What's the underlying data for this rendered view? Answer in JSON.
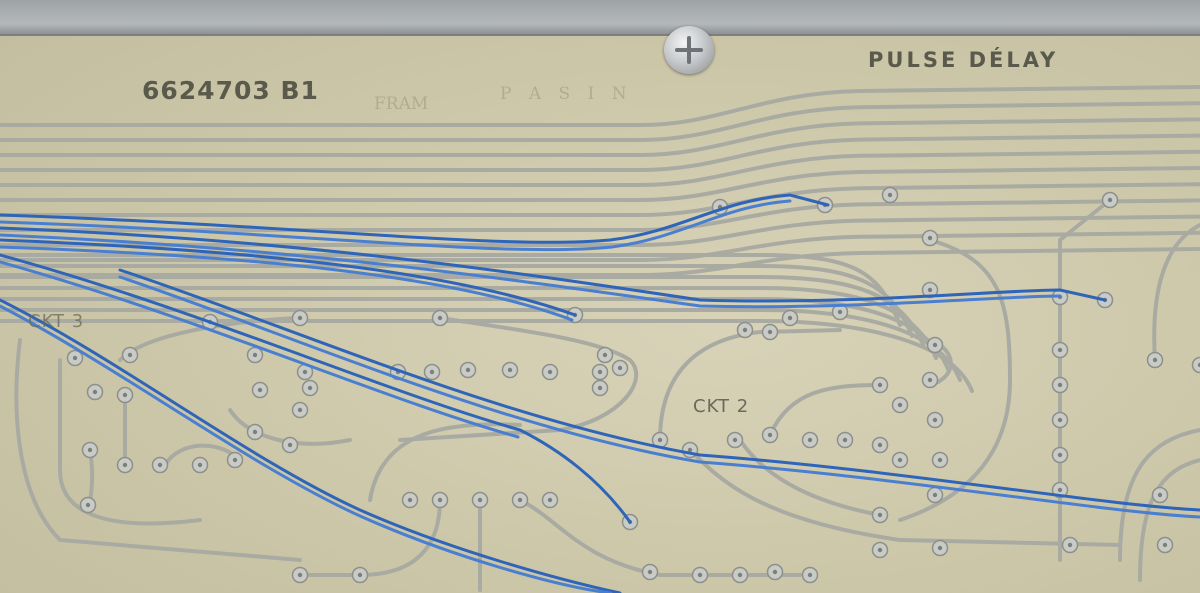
{
  "board": {
    "part_number": "6624703 B1",
    "title": "PULSE DÉLAY",
    "labels": {
      "circuit_3": "CKT 3",
      "circuit_2": "CKT 2"
    },
    "faint_marks": {
      "left": "FRAM",
      "right": "P A S I N"
    }
  },
  "colors": {
    "substrate": "#cfc9ac",
    "trace": "#a9aba2",
    "solder_pad": "#c9cbc6",
    "jumper_wire": "#2f65b8",
    "frame": "#9ea3a6"
  },
  "icons": {
    "mounting_screw": "phillips-screw-icon"
  }
}
